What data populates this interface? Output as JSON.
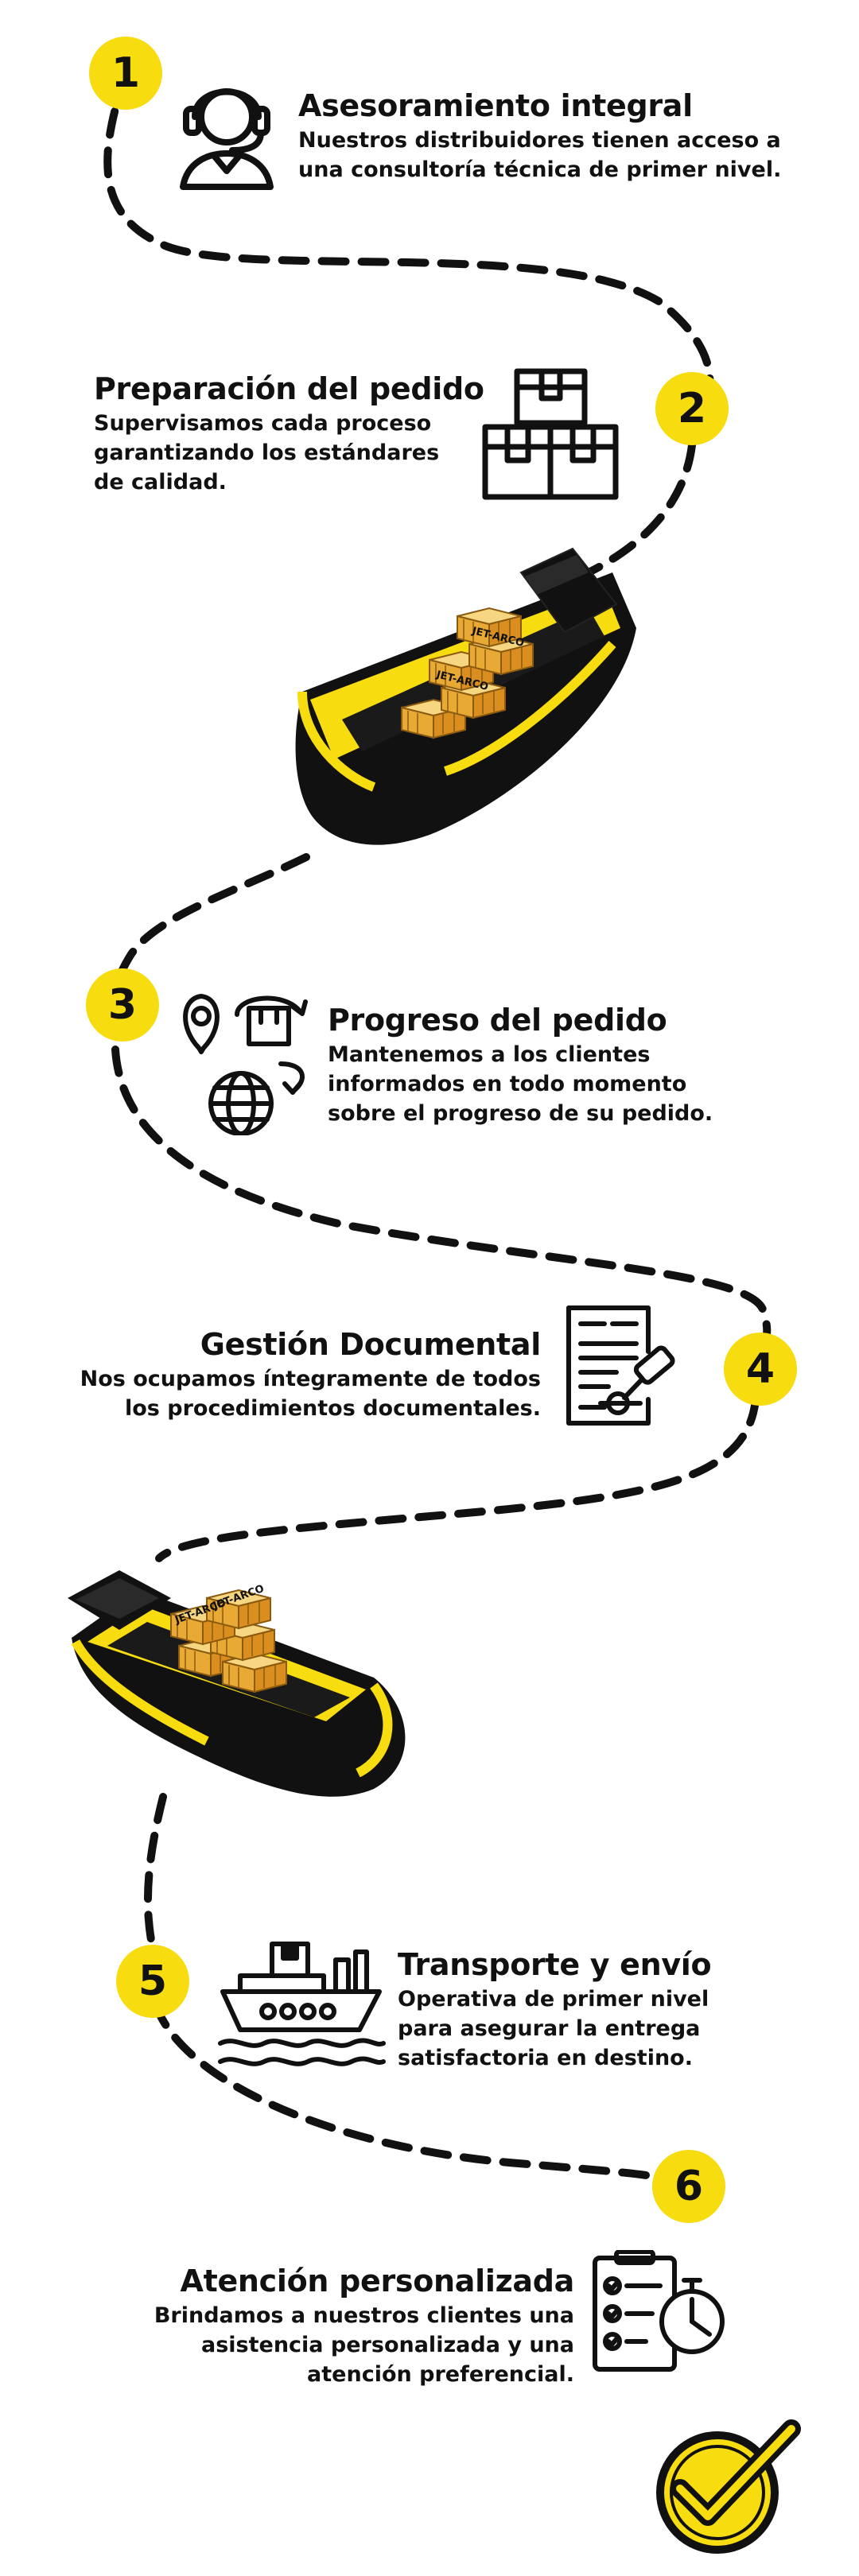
{
  "steps": [
    {
      "number": "1",
      "title": "Asesoramiento integral",
      "lines": [
        "Nuestros distribuidores tienen acceso a",
        "una consultoría técnica de primer nivel."
      ],
      "icon": "headset-support-icon"
    },
    {
      "number": "2",
      "title": "Preparación del pedido",
      "lines": [
        "Supervisamos cada proceso",
        "garantizando los estándares",
        "de calidad."
      ],
      "icon": "stacked-boxes-icon"
    },
    {
      "number": "3",
      "title": "Progreso del pedido",
      "lines": [
        "Mantenemos a los clientes",
        "informados en todo momento",
        "sobre el progreso de su pedido."
      ],
      "icon": "location-globe-tracking-icon"
    },
    {
      "number": "4",
      "title": "Gestión Documental",
      "lines": [
        "Nos ocupamos íntegramente de todos",
        "los procedimientos documentales."
      ],
      "icon": "document-stamp-icon"
    },
    {
      "number": "5",
      "title": "Transporte y envío",
      "lines": [
        "Operativa de primer nivel",
        "para asegurar la entrega",
        "satisfactoria en destino."
      ],
      "icon": "cargo-ship-icon"
    },
    {
      "number": "6",
      "title": "Atención personalizada",
      "lines": [
        "Brindamos a nuestros clientes una",
        "asistencia personalizada y una",
        "atención preferencial."
      ],
      "icon": "checklist-clock-icon"
    }
  ],
  "crate_brand": "JET-ARCO",
  "colors": {
    "accent": "#f7dc10",
    "ink": "#111111",
    "background": "#ffffff"
  },
  "final_icon": "check-seal-icon"
}
